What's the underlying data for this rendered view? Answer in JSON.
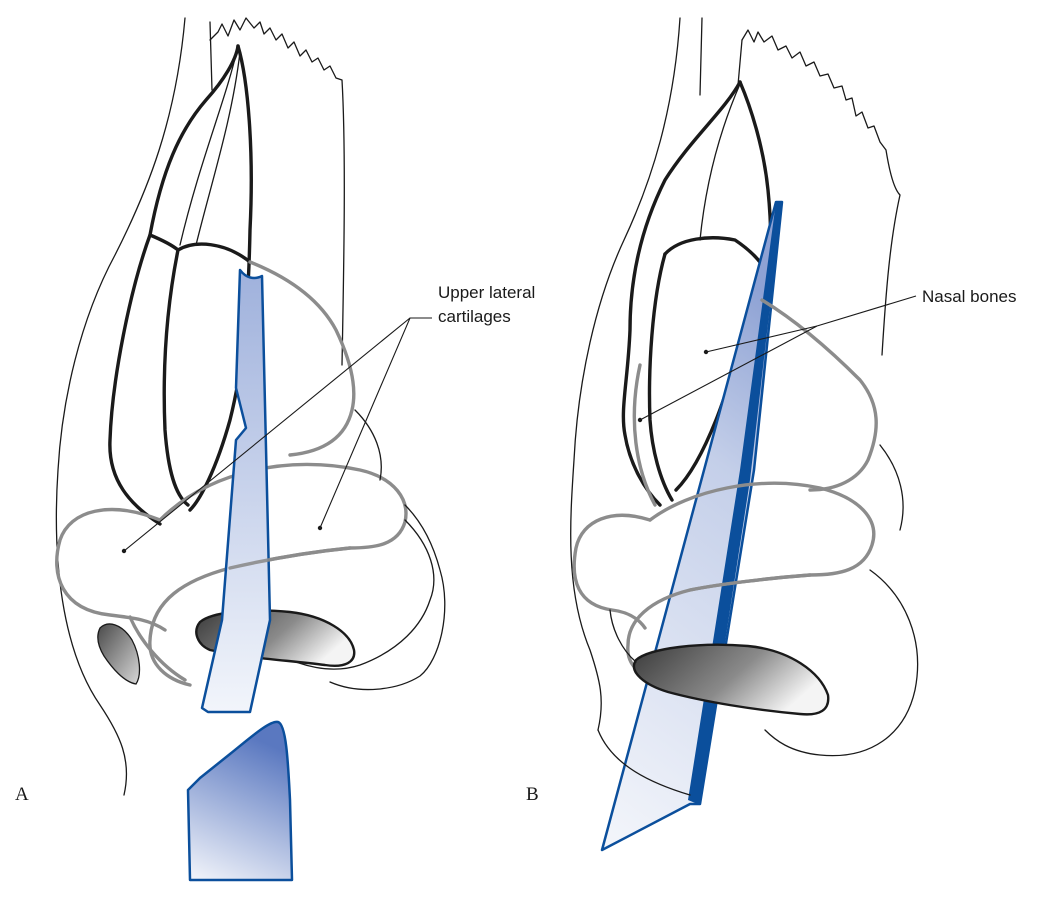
{
  "figure": {
    "panel_a": {
      "letter": "A",
      "label_line1": "Upper lateral",
      "label_line2": "cartilages"
    },
    "panel_b": {
      "letter": "B",
      "label": "Nasal bones"
    }
  },
  "colors": {
    "outline": "#1a1a1a",
    "cartilage_grey": "#8c8c8c",
    "instrument_blue": "#0b4f9c",
    "instrument_fill_light": "#e6ecf7",
    "instrument_fill_dark": "#9fb1dc"
  }
}
